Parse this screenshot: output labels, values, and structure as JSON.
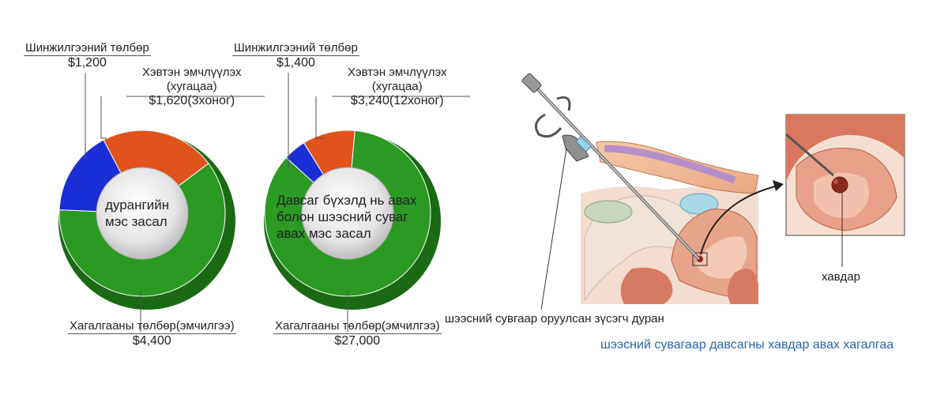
{
  "chart_data": [
    {
      "type": "pie",
      "center_label": [
        "дурангийн",
        "мэс засал"
      ],
      "slices": [
        {
          "label": "Шинжилгээний төлбөр",
          "value": 1200,
          "value_label": "$1,200",
          "color": "#1a2fd6"
        },
        {
          "label": "Хэвтэн эмчлүүлэх (хугацаа)",
          "value": 1620,
          "value_label": "$1,620(3хоног)",
          "color": "#e0531c"
        },
        {
          "label": "Хагалгааны төлбөр(эмчилгээ)",
          "value": 4400,
          "value_label": "$4,400",
          "color": "#2a9a22"
        }
      ]
    },
    {
      "type": "pie",
      "center_label": [
        "Давсаг бүхэлд нь авах",
        "болон шээсний суваг",
        "авах мэс засал"
      ],
      "slices": [
        {
          "label": "Шинжилгээний төлбөр",
          "value": 1400,
          "value_label": "$1,400",
          "color": "#1a2fd6"
        },
        {
          "label": "Хэвтэн эмчлүүлэх (хугацаа)",
          "value": 3240,
          "value_label": "$3,240(12хоног)",
          "color": "#e0531c"
        },
        {
          "label": "Хагалгааны төлбөр(эмчилгээ)",
          "value": 27000,
          "value_label": "$27,000",
          "color": "#2a9a22"
        }
      ]
    }
  ],
  "labels": {
    "exam": "Шинжилгээний төлбөр",
    "stay_line1": "Хэвтэн эмчлүүлэх",
    "stay_line2": "(хугацаа)",
    "surgery": "Хагалгааны төлбөр(эмчилгээ)"
  },
  "illustration": {
    "scope_label": "шээсний сувгаар оруулсан зүсэгч дуран",
    "tumor_label": "хавдар",
    "caption": "шээсний сувагаар давсагны хавдар авах хагалгаа"
  }
}
